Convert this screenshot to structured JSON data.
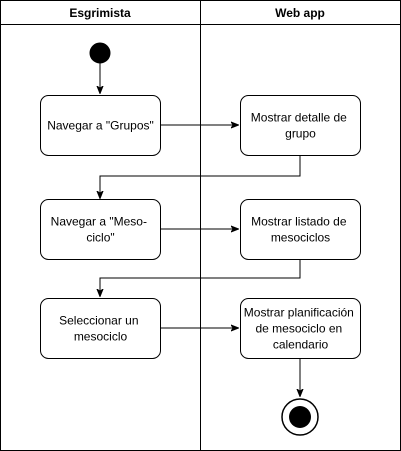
{
  "swimlanes": [
    {
      "id": "lane-esgrimista",
      "title": "Esgrimista"
    },
    {
      "id": "lane-web-app",
      "title": "Web app"
    }
  ],
  "nodes": {
    "navegar_grupos": {
      "lines": [
        "Navegar a \"Grupos\""
      ]
    },
    "mostrar_detalle": {
      "lines": [
        "Mostrar detalle de",
        "grupo"
      ]
    },
    "navegar_mesociclo": {
      "lines": [
        "Navegar a \"Meso-",
        "ciclo\""
      ]
    },
    "mostrar_listado": {
      "lines": [
        "Mostrar listado de",
        "mesociclos"
      ]
    },
    "seleccionar_mesociclo": {
      "lines": [
        "Seleccionar un",
        "mesociclo"
      ]
    },
    "mostrar_planificacion": {
      "lines": [
        "Mostrar planificación",
        "de mesociclo en",
        "calendario"
      ]
    }
  },
  "colors": {
    "stroke": "#000000",
    "fill": "#ffffff",
    "text": "#000000"
  }
}
